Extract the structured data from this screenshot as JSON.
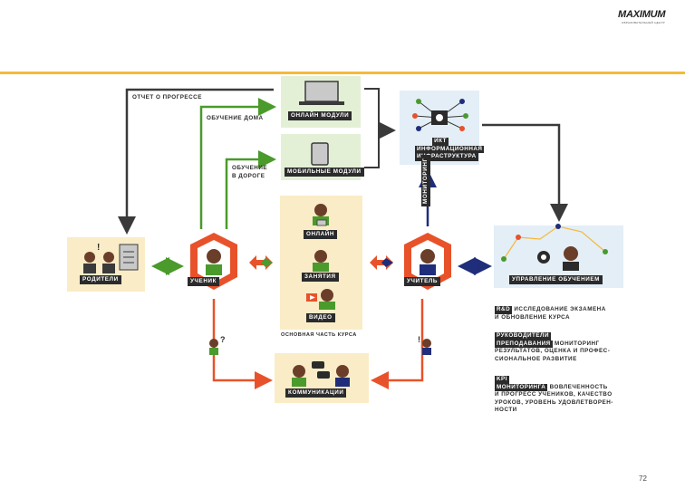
{
  "logo": {
    "name": "MAXIMUM",
    "tagline": "ОБРАЗОВАТЕЛЬНЫЙ ЦЕНТР"
  },
  "page_number": "72",
  "colors": {
    "accent_orange": "#e8522a",
    "green": "#4a9a2c",
    "navy": "#1f2d7a",
    "yellow": "#f5b93a",
    "dark": "#2b2b2b"
  },
  "labels": {
    "progress_report": "ОТЧЕТ О ПРОГРЕССЕ",
    "home_learning": "ОБУЧЕНИЕ ДОМА",
    "road_learning_1": "ОБУЧЕНИЕ",
    "road_learning_2": "В ДОРОГЕ",
    "online_module": "ОНЛАЙН МОДУЛИ",
    "mobile_module": "МОБИЛЬНЫЕ МОДУЛИ",
    "infra_1": "ИКТ",
    "infra_2": "ИНФОРМАЦИОННАЯ",
    "infra_3": "ИНФРАСТРУКТУРА",
    "monitoring": "МОНИТОРИНГ",
    "parents": "РОДИТЕЛИ",
    "student": "УЧЕНИК",
    "teacher": "УЧИТЕЛЬ",
    "online": "ОНЛАЙН",
    "lessons": "ЗАНЯТИЯ",
    "video": "ВИДЕО",
    "course_core": "ОСНОВНАЯ ЧАСТЬ КУРСА",
    "communications": "КОММУНИКАЦИИ",
    "management": "УПРАВЛЕНИЕ ОБУЧЕНИЕМ"
  },
  "legend": [
    {
      "tag": "R&D",
      "text_1": "ИССЛЕДОВАНИЕ ЭКЗАМЕНА",
      "text_2": "И ОБНОВЛЕНИЕ КУРСА"
    },
    {
      "tag_1": "РУКОВОДИТЕЛИ",
      "tag_2": "ПРЕПОДАВАНИЯ",
      "text_1": "МОНИТОРИНГ",
      "text_2": "РЕЗУЛЬТАТОВ, ОЦЕНКА И ПРОФЕС-",
      "text_3": "СИОНАЛЬНОЕ РАЗВИТИЕ"
    },
    {
      "tag_1": "KPI",
      "tag_2": "МОНИТОРИНГА",
      "text_1": "ВОВЛЕЧЕННОСТЬ",
      "text_2": "И ПРОГРЕСС УЧЕНИКОВ, КАЧЕСТВО",
      "text_3": "УРОКОВ, УРОВЕНЬ УДОВЛЕТВОРЕН-",
      "text_4": "НОСТИ"
    }
  ]
}
